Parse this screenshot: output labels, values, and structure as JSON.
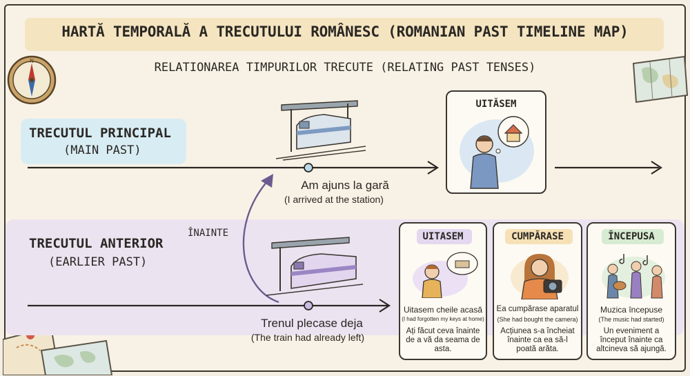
{
  "header": {
    "title": "HARTĂ TEMPORALĂ A TRECUTULUI ROMÂNESC (ROMANIAN PAST TIMELINE MAP)",
    "subtitle": "RELATIONAREA TIMPURILOR TRECUTE (RELATING PAST TENSES)"
  },
  "timelines": {
    "main": {
      "label": "TRECUTUL PRINCIPAL",
      "sublabel": "(MAIN PAST)"
    },
    "earlier": {
      "label": "TRECUTUL ANTERIOR",
      "sublabel": "(EARLIER PAST)"
    }
  },
  "events": {
    "main_event": {
      "text": "Am ajuns la gară",
      "translation": "(I arrived at the station)"
    },
    "earlier_event": {
      "text": "Trenul plecase deja",
      "translation": "(The train had already left)"
    },
    "arrow_label": "ÎNAINTE"
  },
  "top_card": {
    "title": "UITĂSEM"
  },
  "cards": [
    {
      "title": "UITASEM",
      "sentence": "Uitasem cheile acasă",
      "translation": "(I had forgotten my keys at home)",
      "explanation": "Ați făcut ceva înainte de a vă da seama de asta.",
      "accent": "#c7b3dc"
    },
    {
      "title": "CUMPĂRASE",
      "sentence": "Ea cumpărase aparatul",
      "translation": "(She had bought the camera)",
      "explanation": "Acțiunea s-a încheiat înainte ca ea să-l poată arăta.",
      "accent": "#f3d7a6"
    },
    {
      "title": "ÎNCEPUSA",
      "sentence": "Muzica începuse",
      "translation": "(The music had started)",
      "explanation": "Un eveniment a început înainte ca altcineva să ajungă.",
      "accent": "#cfe6c9"
    }
  ],
  "colors": {
    "main_band": "#d8ecf3",
    "earlier_band": "#ece3f1",
    "title_band": "#f3e2b8",
    "dot": "#c9bde3",
    "arrow_curve": "#6a5c8f"
  },
  "icons": [
    "compass-icon",
    "map-icon",
    "train-icon",
    "house-thought-icon",
    "camera-icon",
    "music-note-icon"
  ]
}
